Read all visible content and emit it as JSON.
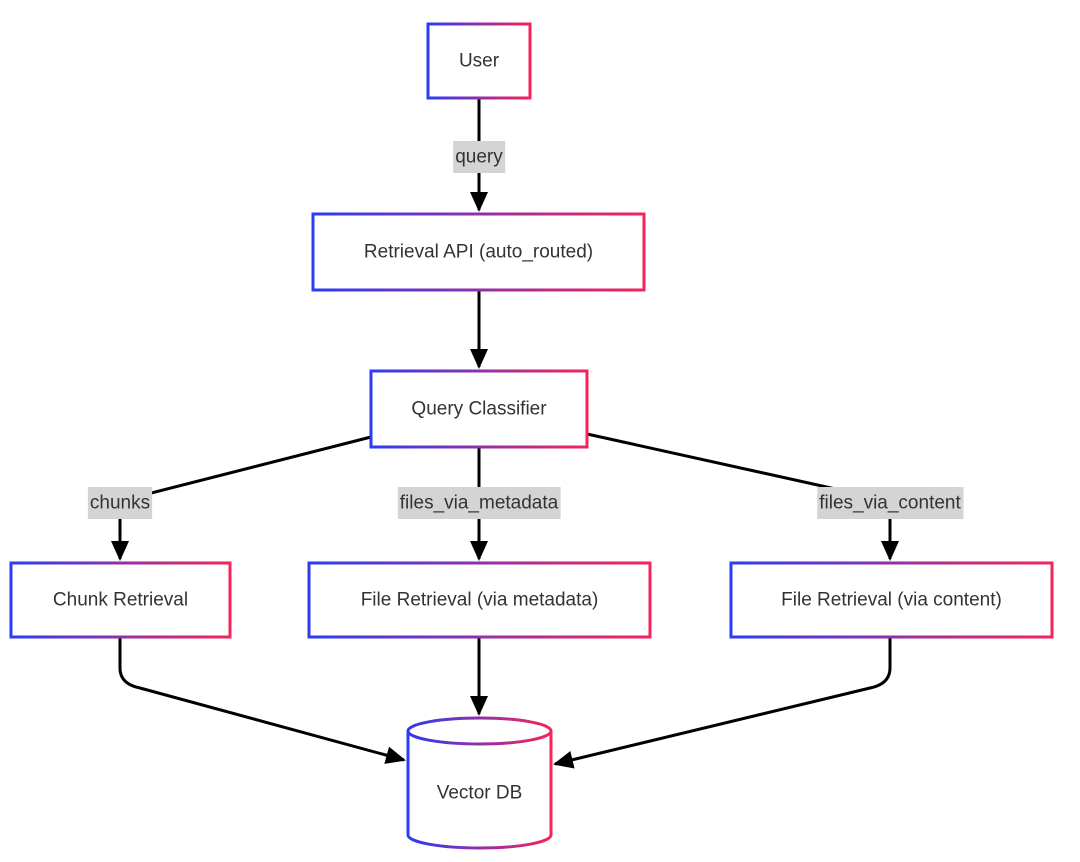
{
  "diagram": {
    "colors": {
      "gradient_start": "#2a3cf4",
      "gradient_end": "#f5245a",
      "edge": "#000000",
      "label_bg": "#d4d4d4",
      "text": "#333333",
      "background": "#ffffff"
    },
    "nodes": [
      {
        "id": "user",
        "label": "User",
        "shape": "rect"
      },
      {
        "id": "retrieval_api",
        "label": "Retrieval API (auto_routed)",
        "shape": "rect"
      },
      {
        "id": "query_classifier",
        "label": "Query Classifier",
        "shape": "rect"
      },
      {
        "id": "chunk_retrieval",
        "label": "Chunk Retrieval",
        "shape": "rect"
      },
      {
        "id": "file_retrieval_metadata",
        "label": "File Retrieval (via metadata)",
        "shape": "rect"
      },
      {
        "id": "file_retrieval_content",
        "label": "File Retrieval (via content)",
        "shape": "rect"
      },
      {
        "id": "vector_db",
        "label": "Vector DB",
        "shape": "cylinder"
      }
    ],
    "edges": [
      {
        "from": "user",
        "to": "retrieval_api",
        "label": "query"
      },
      {
        "from": "retrieval_api",
        "to": "query_classifier",
        "label": ""
      },
      {
        "from": "query_classifier",
        "to": "chunk_retrieval",
        "label": "chunks"
      },
      {
        "from": "query_classifier",
        "to": "file_retrieval_metadata",
        "label": "files_via_metadata"
      },
      {
        "from": "query_classifier",
        "to": "file_retrieval_content",
        "label": "files_via_content"
      },
      {
        "from": "chunk_retrieval",
        "to": "vector_db",
        "label": ""
      },
      {
        "from": "file_retrieval_metadata",
        "to": "vector_db",
        "label": ""
      },
      {
        "from": "file_retrieval_content",
        "to": "vector_db",
        "label": ""
      }
    ]
  }
}
